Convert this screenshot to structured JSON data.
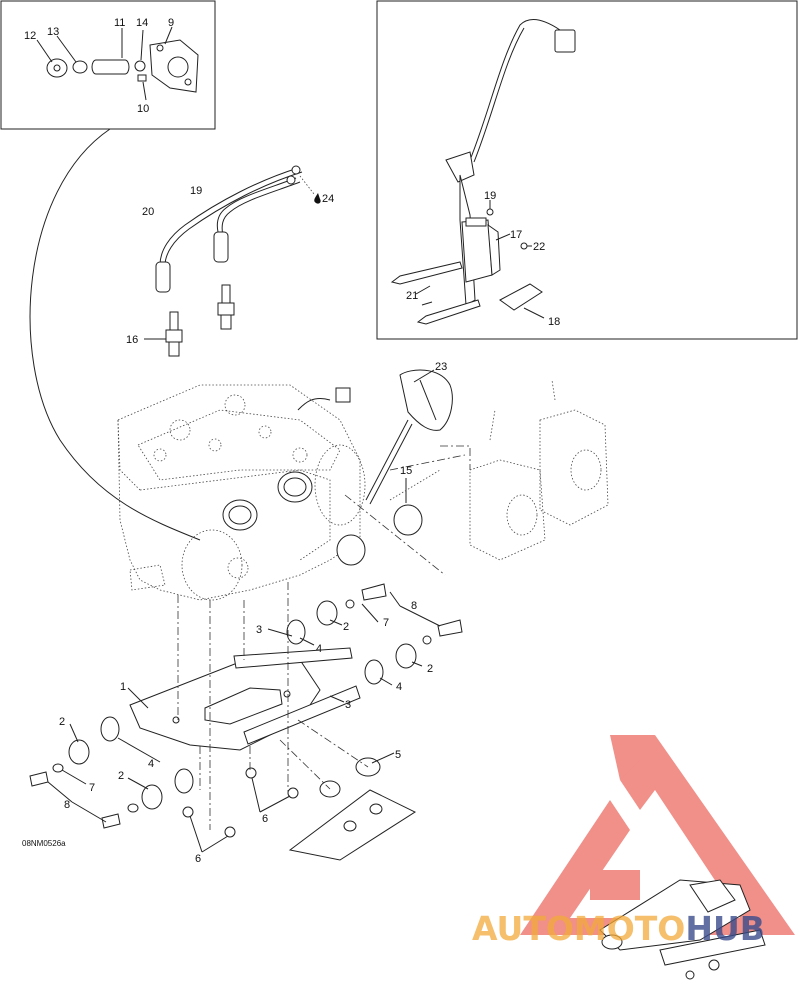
{
  "diagram": {
    "code": "08NM0526a",
    "callouts": {
      "c1": "1",
      "c2a": "2",
      "c2b": "2",
      "c2c": "2",
      "c2d": "2",
      "c3a": "3",
      "c3b": "3",
      "c4a": "4",
      "c4b": "4",
      "c4c": "4",
      "c5": "5",
      "c6a": "6",
      "c6b": "6",
      "c7a": "7",
      "c7b": "7",
      "c8a": "8",
      "c8b": "8",
      "c9": "9",
      "c10": "10",
      "c11": "11",
      "c12": "12",
      "c13": "13",
      "c14": "14",
      "c15": "15",
      "c16": "16",
      "c17": "17",
      "c18": "18",
      "c19a": "19",
      "c19b": "19",
      "c20": "20",
      "c21": "21",
      "c22": "22",
      "c23": "23",
      "c24": "24"
    }
  },
  "watermark": {
    "text_a": "AUTO",
    "text_b": "MOTO",
    "text_c": "HUB",
    "color_primary": "#e8453c",
    "color_secondary": "#f2a93b",
    "color_dark": "#3a4b8c"
  }
}
